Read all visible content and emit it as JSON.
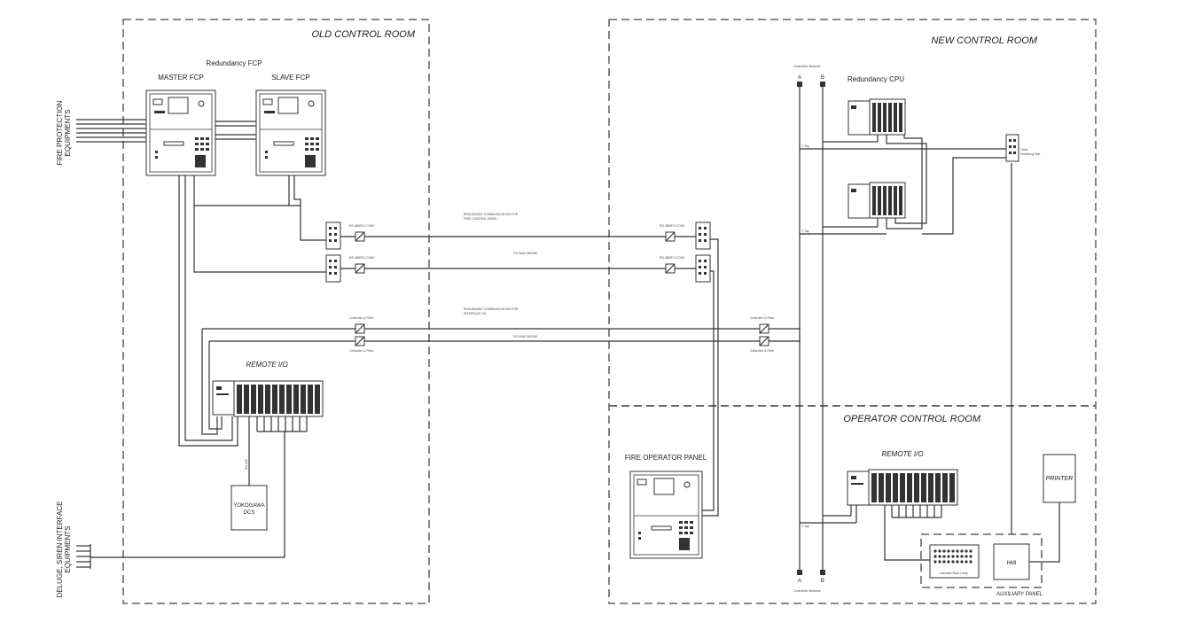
{
  "rooms": {
    "old": "OLD CONTROL ROOM",
    "new": "NEW CONTROL ROOM",
    "operator": "OPERATOR CONTROL ROOM"
  },
  "old_room": {
    "redundancy_fcp": "Redundancy FCP",
    "master_fcp": "MASTER FCP",
    "slave_fcp": "SLAVE FCP",
    "remote_io": "REMOTE I/O",
    "dcs": [
      "YOKOGAWA",
      "DCS"
    ],
    "fire_equipment": [
      "FIRE PROTECTION",
      "EQUIPMENTS"
    ],
    "siren_equipment": [
      "DELUGE, SIREN INTERFACE",
      "EQUIPMENTS"
    ],
    "rs485": "RS-485"
  },
  "links": {
    "fcp_comm": [
      "REDUNDANT COMMUNICATION FOR",
      "FIRE CONTROL PANEL"
    ],
    "fo_multimode_1": "F/O MULTIMODE",
    "io_comm": [
      "REDUNDANT COMMUNICATION FOR",
      "INTERFACE I/O"
    ],
    "fo_multimode_2": "F/O MULTIMODE",
    "rs_converter": "RS 485/FO CONV",
    "controller_fiber": "Controller & Fiber"
  },
  "new_room": {
    "controlnet_top": "ControlNet Network",
    "controlnet_bottom": "ControlNet Network",
    "redundancy_cpu": "Redundancy CPU",
    "bus_a": "A",
    "bus_b": "B",
    "switch_label": [
      "Cash",
      "Switching Hub"
    ],
    "tap": "T-Tap"
  },
  "operator_room": {
    "fire_operator_panel": "FIRE OPERATOR PANEL",
    "remote_io": "REMOTE I/O",
    "printer": "PRINTER",
    "hmi": "HMI",
    "auxiliary_panel": "AUXILIARY PANEL",
    "indicator": "Indicator/Tank Lamp"
  }
}
